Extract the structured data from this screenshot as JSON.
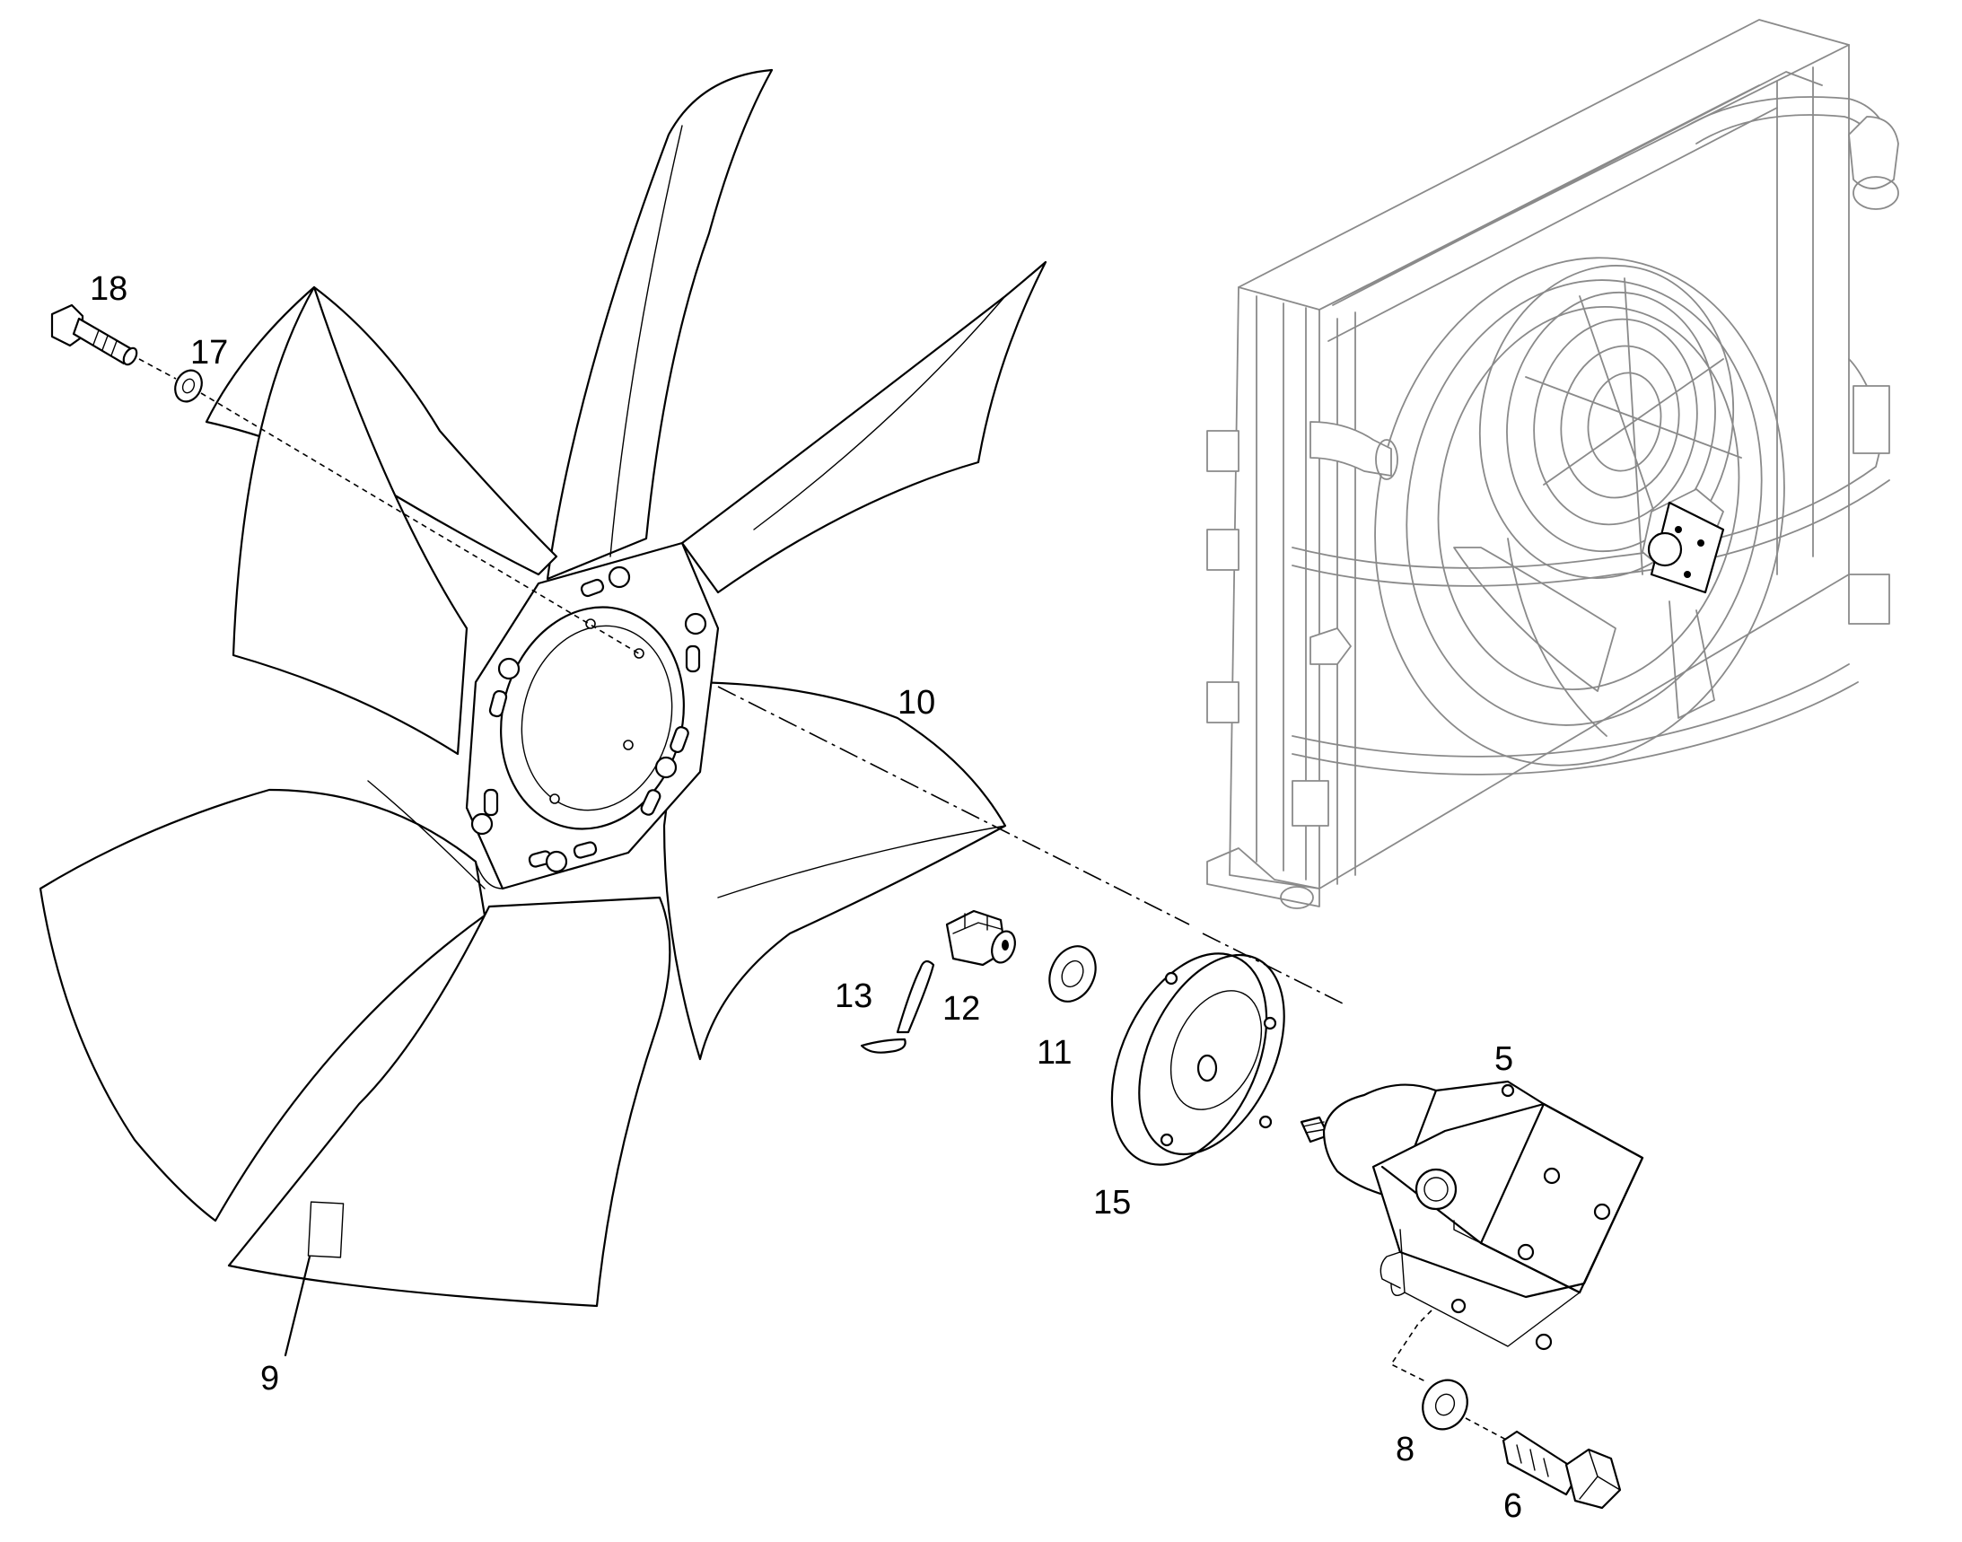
{
  "callouts": {
    "c18": "18",
    "c17": "17",
    "c10": "10",
    "c13": "13",
    "c12": "12",
    "c11": "11",
    "c5": "5",
    "c15": "15",
    "c9": "9",
    "c8": "8",
    "c6": "6"
  }
}
